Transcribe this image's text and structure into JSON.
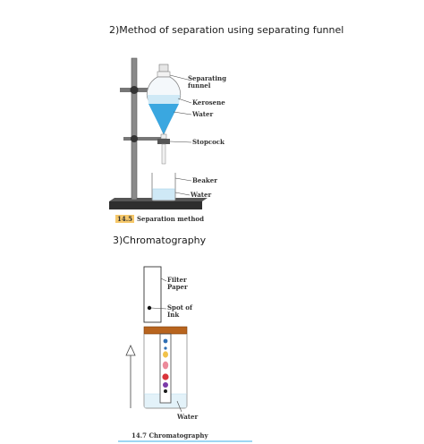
{
  "section1": {
    "heading": "2)Method of separation using separating funnel",
    "labels": {
      "separating_funnel": "Separating\nfunnel",
      "kerosene": "Kerosene",
      "water": "Water",
      "stopcock": "Stopcock",
      "beaker": "Beaker",
      "water_beaker": "Water"
    },
    "caption_number": "14.5",
    "caption_text": "Separation method"
  },
  "section2": {
    "heading": "3)Chromatography",
    "labels": {
      "filter_paper": "Filter\nPaper",
      "spot_of_ink": "Spot of\nInk",
      "water": "Water"
    },
    "caption": "14.7 Chromatography"
  },
  "colors": {
    "kerosene": "#cfe9f6",
    "water": "#3aa7e0",
    "stand": "#555555",
    "base": "#333333",
    "clip_bar": "#b8641e",
    "caption_highlight": "#f6c86a"
  }
}
